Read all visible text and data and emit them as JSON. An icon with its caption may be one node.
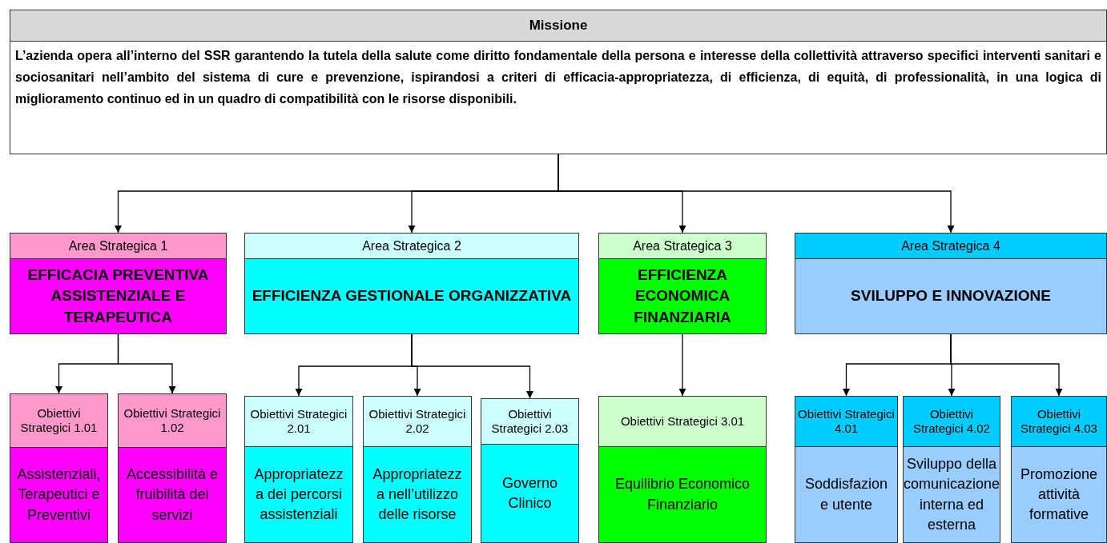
{
  "diagram": {
    "nodes": [
      {
        "text": [
          "Missione",
          "L’azienda opera all’interno del SSR garantendo la tutela della salute come diritto fondamentale della persona e interesse della collettività attraverso specifici interventi sanitari e sociosanitari nell’ambito del sistema di cure e prevenzione, ispirandosi a criteri di efficacia-appropriatezza, di efficienza, di equità, di professionalità, in una logica di miglioramento continuo ed in un quadro di compatibilità con le risorse disponibili."
        ]
      },
      {
        "text": [
          "Area Strategica 1",
          "EFFICACIA PREVENTIVA ASSISTENZIALE E TERAPEUTICA"
        ]
      },
      {
        "text": [
          "Area Strategica 2",
          "EFFICIENZA GESTIONALE ORGANIZZATIVA"
        ]
      },
      {
        "text": [
          "Area Strategica 3",
          "EFFICIENZA ECONOMICA FINANZIARIA"
        ]
      },
      {
        "text": [
          "Area Strategica 4",
          "SVILUPPO E INNOVAZIONE"
        ]
      },
      {
        "text": [
          "Obiettivi Strategici 1.01",
          "Assistenziali, Terapeutici e Preventivi"
        ]
      },
      {
        "text": [
          "Obiettivi Strategici 1.02",
          "Accessibilità e fruibilità dei servizi"
        ]
      },
      {
        "text": [
          "Obiettivi Strategici 2.01",
          "Appropriatezz a dei percorsi assistenziali"
        ]
      },
      {
        "text": [
          "Obiettivi Strategici 2.02",
          "Appropriatezz a nell’utilizzo delle risorse"
        ]
      },
      {
        "text": [
          "Obiettivi Strategici 2.03",
          "Governo Clinico"
        ]
      },
      {
        "text": [
          "Obiettivi Strategici 3.01",
          "Equilibrio Economico Finanziario"
        ]
      },
      {
        "text": [
          "Obiettivi Strategici 4.01",
          "Soddisfazion e utente"
        ]
      },
      {
        "text": [
          "Obiettivi Strategici 4.02",
          "Sviluppo della comunicazione interna ed esterna"
        ]
      },
      {
        "text": [
          "Obiettivi Strategici 4.03",
          "Promozione attività formative"
        ]
      }
    ],
    "edges": [
      {
        "from": 0,
        "to": 1,
        "arrow": "to"
      },
      {
        "from": 0,
        "to": 2,
        "arrow": "to"
      },
      {
        "from": 0,
        "to": 3,
        "arrow": "to"
      },
      {
        "from": 0,
        "to": 4,
        "arrow": "to"
      },
      {
        "from": 1,
        "to": 5,
        "arrow": "to"
      },
      {
        "from": 1,
        "to": 6,
        "arrow": "to"
      },
      {
        "from": 2,
        "to": 7,
        "arrow": "to"
      },
      {
        "from": 2,
        "to": 8,
        "arrow": "to"
      },
      {
        "from": 2,
        "to": 9,
        "arrow": "to"
      },
      {
        "from": 3,
        "to": 10,
        "arrow": "to"
      },
      {
        "from": 4,
        "to": 11,
        "arrow": "to"
      },
      {
        "from": 4,
        "to": 12,
        "arrow": "to"
      },
      {
        "from": 4,
        "to": 13,
        "arrow": "to"
      }
    ]
  }
}
